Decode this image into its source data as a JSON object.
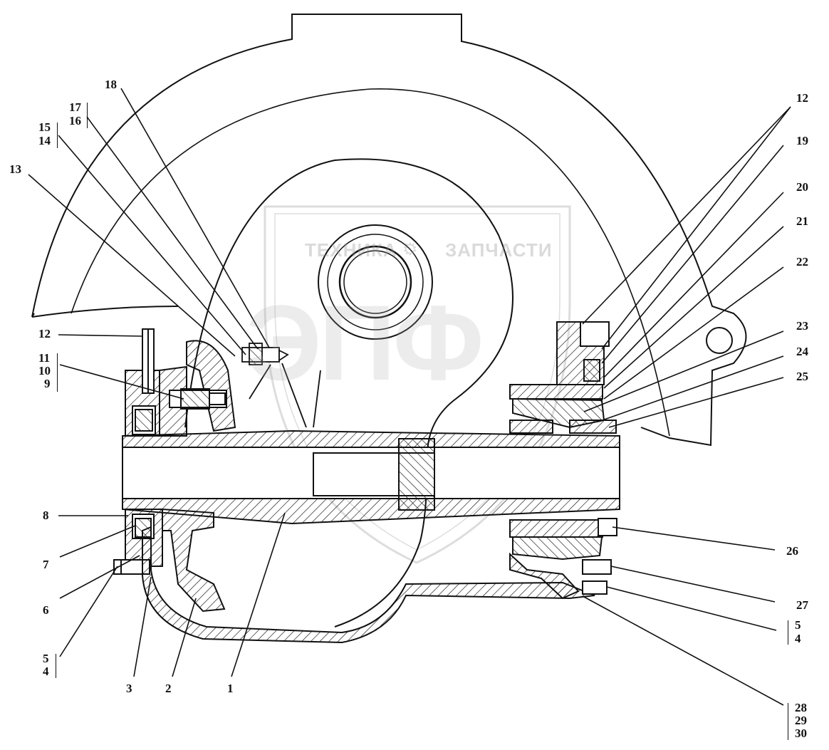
{
  "watermark": {
    "line_left": "ТЕХНИКА",
    "line_right": "ЗАПЧАСТИ",
    "big": "ЭПФ",
    "gear_icon": "gear-icon",
    "shield_icon": "shield-icon"
  },
  "callouts": {
    "c18": "18",
    "c17": "17",
    "c16": "16",
    "c15": "15",
    "c14": "14",
    "c13": "13",
    "c12_left": "12",
    "c11": "11",
    "c10": "10",
    "c9": "9",
    "c8": "8",
    "c7": "7",
    "c6": "6",
    "c5_left": "5",
    "c4_left": "4",
    "c3": "3",
    "c2": "2",
    "c1": "1",
    "c12_right": "12",
    "c19": "19",
    "c20": "20",
    "c21": "21",
    "c22": "22",
    "c23": "23",
    "c24": "24",
    "c25": "25",
    "c26": "26",
    "c27": "27",
    "c5_right": "5",
    "c4_right": "4",
    "c28": "28",
    "c29": "29",
    "c30": "30"
  },
  "colors": {
    "line": "#111111",
    "watermark": "#9a9a9a"
  }
}
